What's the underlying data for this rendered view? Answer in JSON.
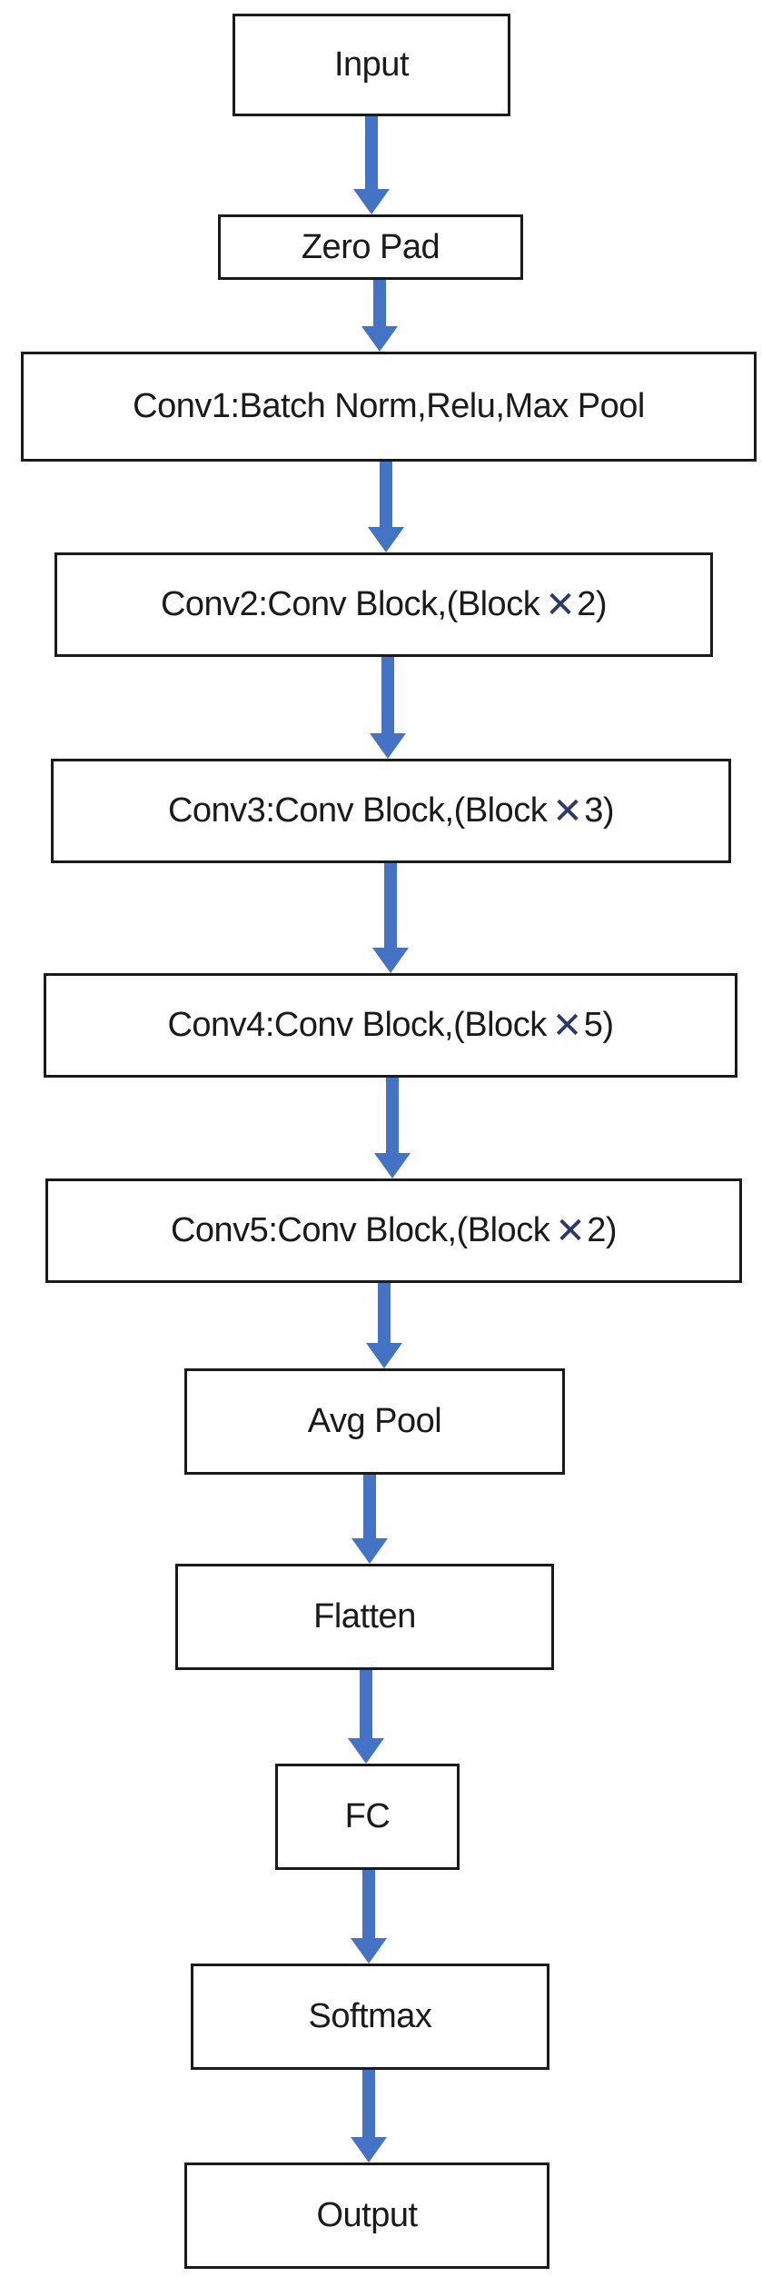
{
  "diagram": {
    "arrow_color": "#4472C4",
    "nodes": [
      {
        "id": "input",
        "label": "Input"
      },
      {
        "id": "zero-pad",
        "label": "Zero Pad"
      },
      {
        "id": "conv1",
        "label": "Conv1:Batch Norm,Relu,Max Pool"
      },
      {
        "id": "conv2",
        "label": "Conv2:Conv Block,(Block ",
        "mult": "2)"
      },
      {
        "id": "conv3",
        "label": "Conv3:Conv Block,(Block ",
        "mult": "3)"
      },
      {
        "id": "conv4",
        "label": "Conv4:Conv Block,(Block ",
        "mult": "5)"
      },
      {
        "id": "conv5",
        "label": "Conv5:Conv Block,(Block ",
        "mult": "2)"
      },
      {
        "id": "avg-pool",
        "label": "Avg Pool"
      },
      {
        "id": "flatten",
        "label": "Flatten"
      },
      {
        "id": "fc",
        "label": "FC"
      },
      {
        "id": "softmax",
        "label": "Softmax"
      },
      {
        "id": "output",
        "label": "Output"
      }
    ],
    "times_symbol": "✕",
    "edges": [
      [
        "input",
        "zero-pad"
      ],
      [
        "zero-pad",
        "conv1"
      ],
      [
        "conv1",
        "conv2"
      ],
      [
        "conv2",
        "conv3"
      ],
      [
        "conv3",
        "conv4"
      ],
      [
        "conv4",
        "conv5"
      ],
      [
        "conv5",
        "avg-pool"
      ],
      [
        "avg-pool",
        "flatten"
      ],
      [
        "flatten",
        "fc"
      ],
      [
        "fc",
        "softmax"
      ],
      [
        "softmax",
        "output"
      ]
    ]
  }
}
